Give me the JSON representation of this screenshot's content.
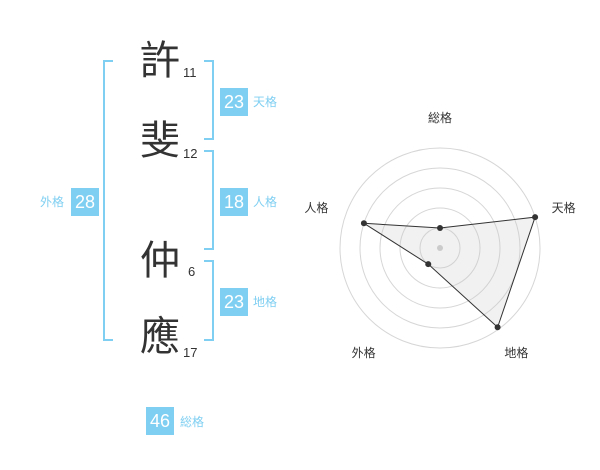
{
  "name": {
    "chars": [
      {
        "char": "許",
        "strokes": "11"
      },
      {
        "char": "斐",
        "strokes": "12"
      },
      {
        "char": "仲",
        "strokes": "6"
      },
      {
        "char": "應",
        "strokes": "17"
      }
    ]
  },
  "fortunes": {
    "tenkaku": {
      "value": "23",
      "label": "天格"
    },
    "jinkaku": {
      "value": "18",
      "label": "人格"
    },
    "chikaku": {
      "value": "23",
      "label": "地格"
    },
    "gaikaku": {
      "value": "28",
      "label": "外格"
    },
    "soukaku": {
      "value": "46",
      "label": "総格"
    }
  },
  "colors": {
    "accent": "#7fcff2",
    "text": "#333333"
  },
  "chart_data": {
    "type": "radar",
    "axes": [
      "総格",
      "天格",
      "地格",
      "外格",
      "人格"
    ],
    "values": [
      0.2,
      1.0,
      0.98,
      0.2,
      0.8
    ],
    "rings": 5,
    "max": 1.0
  }
}
